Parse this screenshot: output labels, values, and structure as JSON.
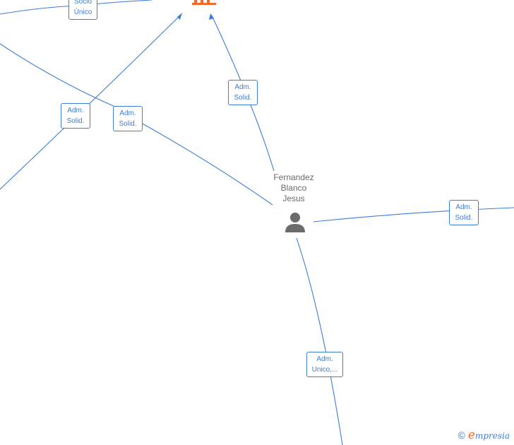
{
  "person": {
    "name_lines": [
      "Fernandez",
      "Blanco",
      "Jesus"
    ],
    "icon": "person-icon"
  },
  "company": {
    "icon": "building-icon",
    "color": "#f26b2a"
  },
  "edge_labels": [
    {
      "lines": [
        "Socio",
        "Único"
      ]
    },
    {
      "lines": [
        "Adm.",
        "Solid."
      ]
    },
    {
      "lines": [
        "Adm.",
        "Solid."
      ]
    },
    {
      "lines": [
        "Adm.",
        "Solid."
      ]
    },
    {
      "lines": [
        "Adm.",
        "Solid."
      ]
    },
    {
      "lines": [
        "Adm.",
        "Unico,..."
      ]
    }
  ],
  "colors": {
    "edge": "#3b7dd8",
    "person": "#6b6b6b",
    "company": "#f26b2a"
  },
  "brand": {
    "copyright": "©",
    "e_letter": "e",
    "rest": "mpresia"
  }
}
